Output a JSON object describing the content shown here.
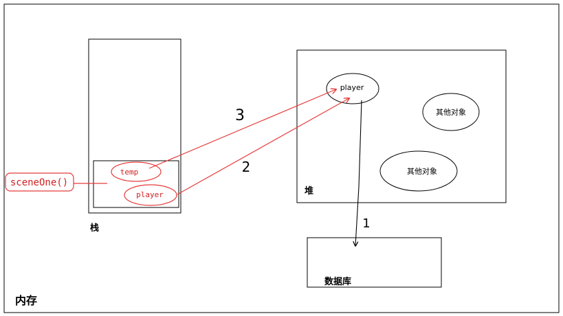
{
  "memory": {
    "label": "内存"
  },
  "stack": {
    "label": "栈",
    "frame": {
      "method_label": "sceneOne()",
      "vars": [
        "temp",
        "player"
      ]
    }
  },
  "heap": {
    "label": "堆",
    "objects": [
      "player",
      "其他对象",
      "其他对象"
    ]
  },
  "database": {
    "label": "数据库"
  },
  "steps": [
    "3",
    "2",
    "1"
  ],
  "colors": {
    "stroke": "#000000",
    "reference": "#e53a3a",
    "label_text": "#d02020"
  }
}
